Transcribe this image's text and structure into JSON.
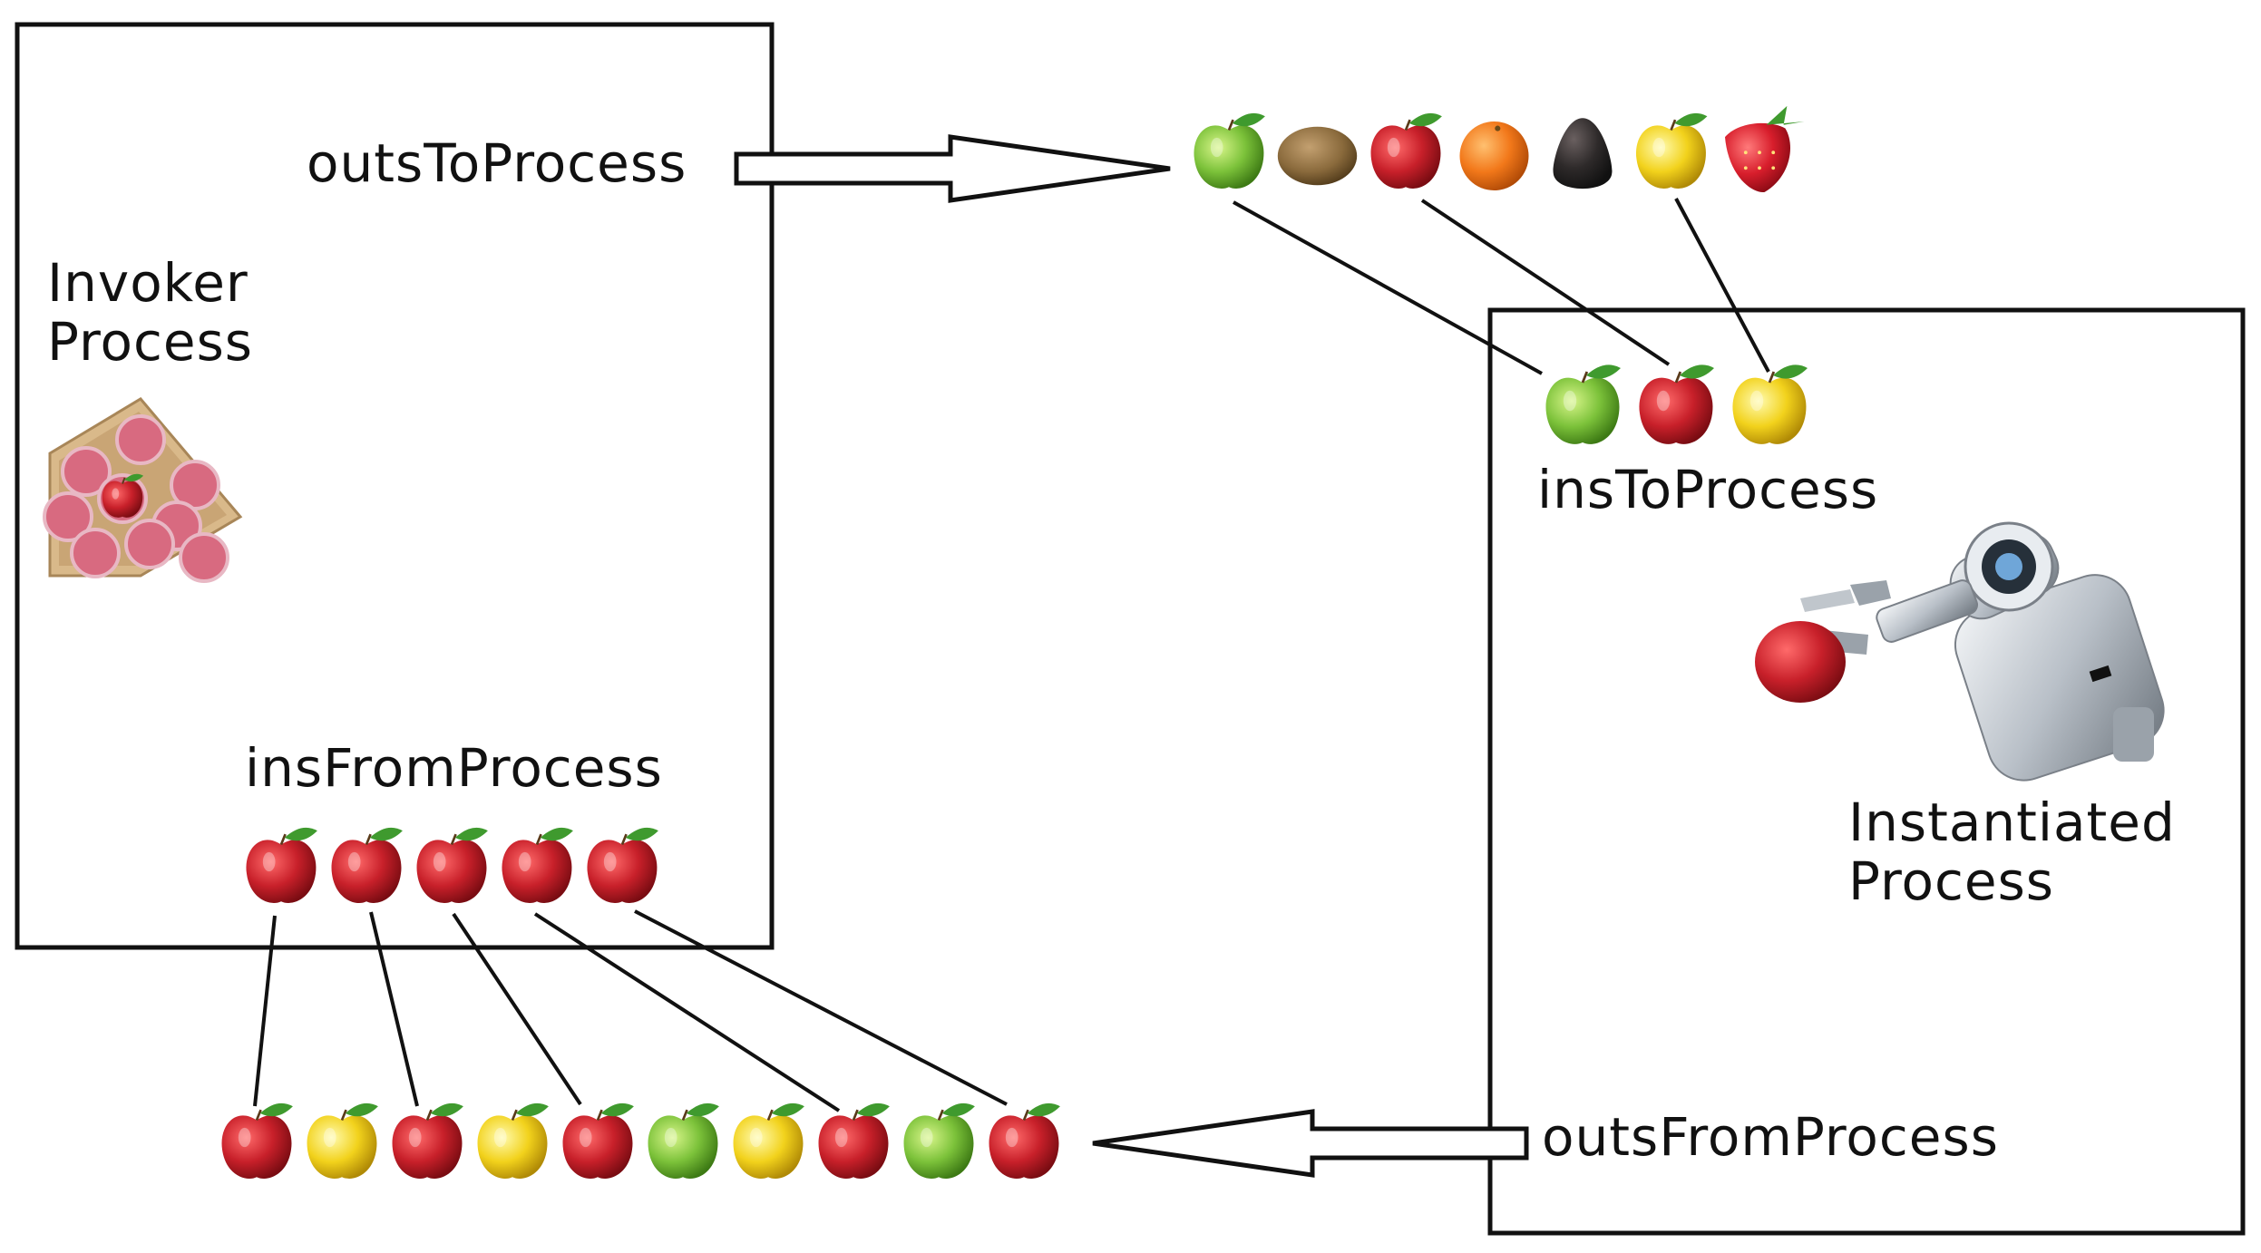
{
  "invoker": {
    "title_line1": "Invoker",
    "title_line2": "Process",
    "outs_label": "outsToProcess",
    "ins_label": "insFromProcess",
    "image": "apple-crate"
  },
  "instantiated": {
    "title_line1": "Instantiated",
    "title_line2": "Process",
    "ins_label": "insToProcess",
    "outs_label": "outsFromProcess",
    "image": "robot-arm-holding-apple"
  },
  "stream_to_process": [
    "green-apple",
    "kiwi",
    "red-apple",
    "orange",
    "avocado",
    "yellow-apple",
    "strawberry"
  ],
  "ins_to_process": [
    "green-apple",
    "red-apple",
    "yellow-apple"
  ],
  "ins_from_process": [
    "red-apple",
    "red-apple",
    "red-apple",
    "red-apple",
    "red-apple"
  ],
  "stream_from_process": [
    "red-apple",
    "yellow-apple",
    "red-apple",
    "yellow-apple",
    "red-apple",
    "green-apple",
    "yellow-apple",
    "red-apple",
    "green-apple",
    "red-apple"
  ],
  "colors": {
    "red-apple": "#c8202a",
    "green-apple": "#7cc23a",
    "yellow-apple": "#f2d21c",
    "kiwi": "#8a6a3c",
    "orange": "#f2781a",
    "avocado": "#2e2a2a",
    "strawberry": "#d81e2c",
    "leaf": "#3f9a2e",
    "box": "#111111"
  }
}
